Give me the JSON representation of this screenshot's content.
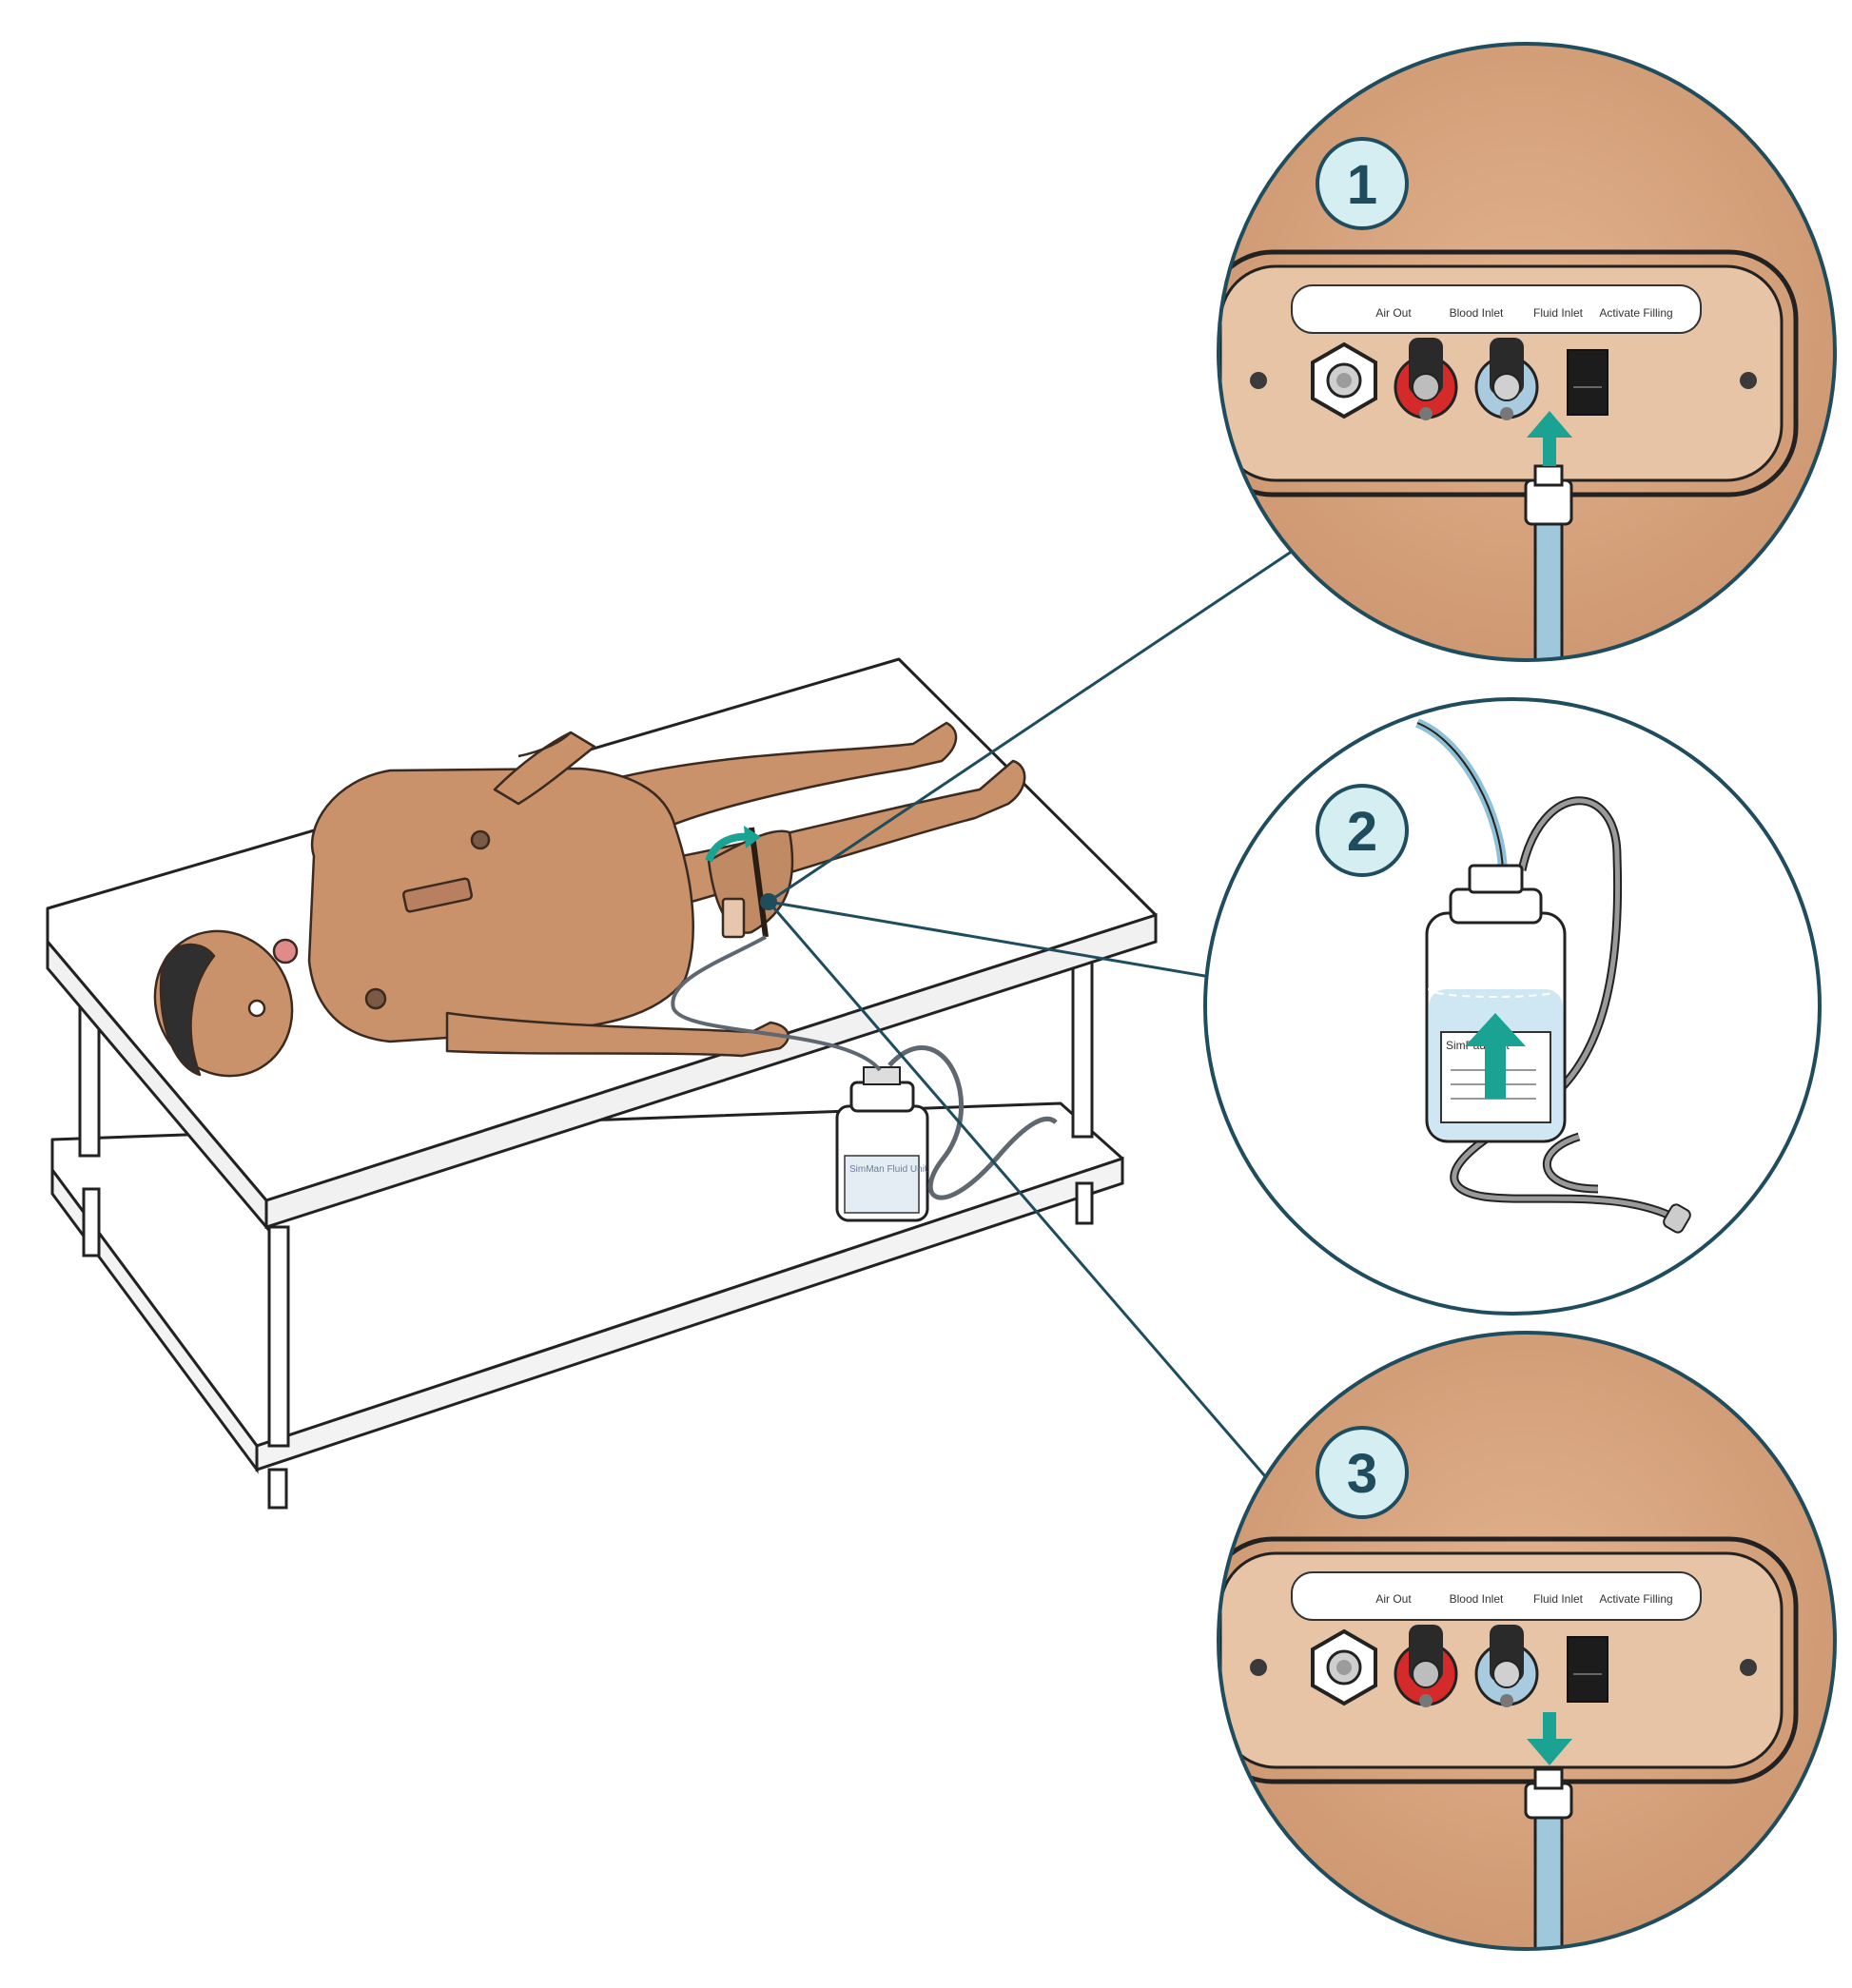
{
  "callouts": [
    {
      "number": "1"
    },
    {
      "number": "2",
      "bottle_label": "SimPad Unit"
    },
    {
      "number": "3"
    }
  ],
  "panel": {
    "labels": [
      "Air Out",
      "Blood Inlet",
      "Fluid Inlet",
      "Activate Filling"
    ]
  },
  "bottle_small_label": "SimMan Fluid Unit",
  "colors": {
    "skin": "#d3a07a",
    "manikin": "#c9926b",
    "accent_teal": "#1aa293",
    "outline": "#1f4d5e",
    "badge_fill": "#d5eef2",
    "blood_red": "#d42a2a",
    "fluid_blue": "#b5d6e6"
  }
}
